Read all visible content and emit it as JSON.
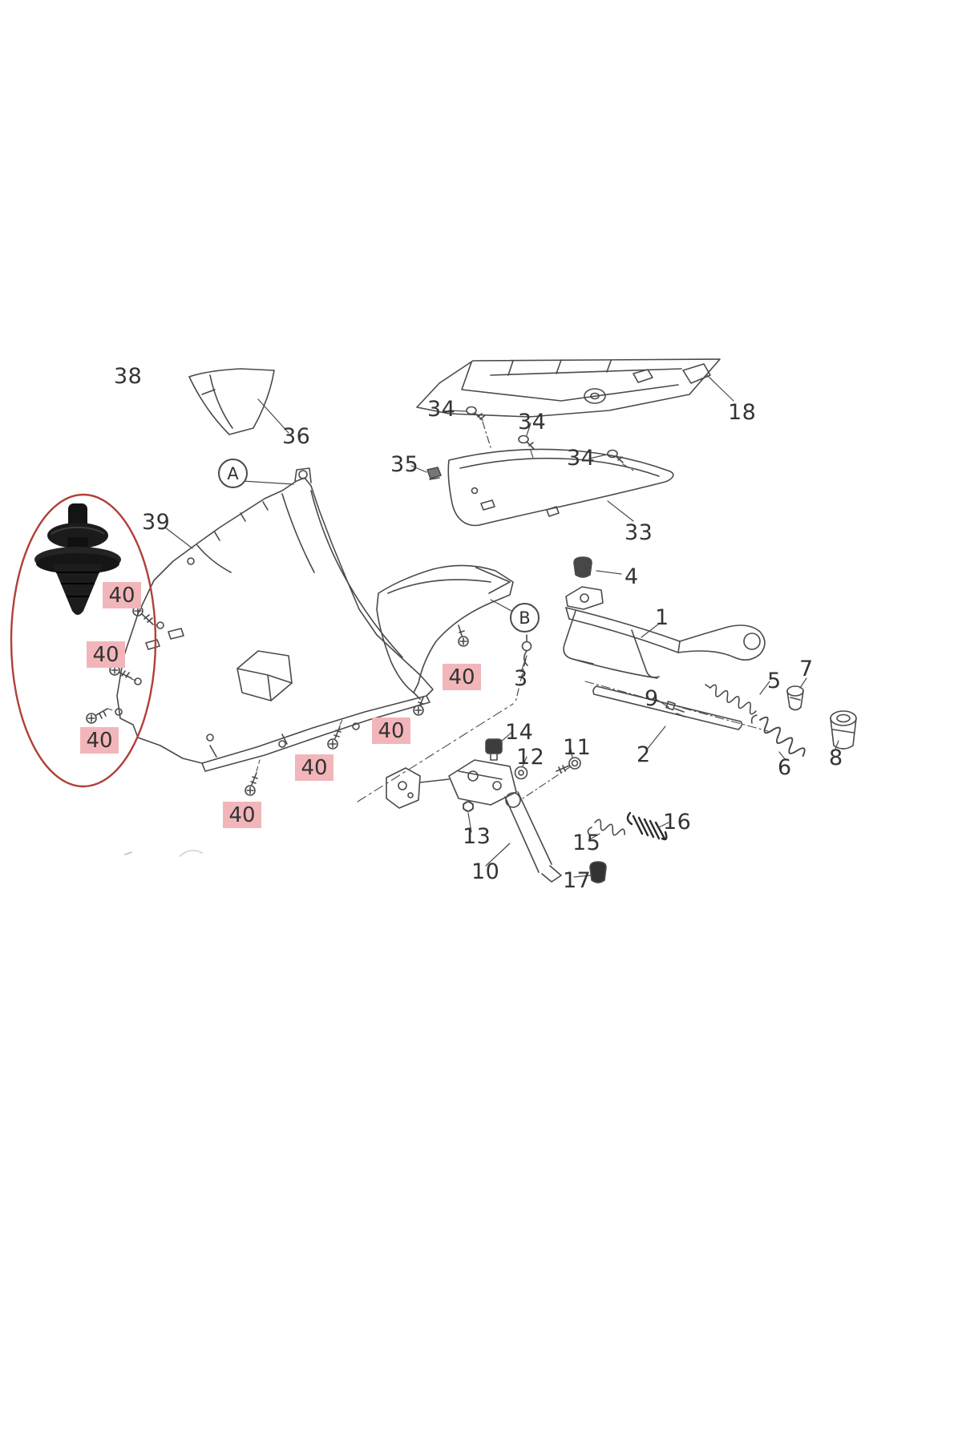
{
  "diagram": {
    "background": "#ffffff",
    "line_color": "#4a4a4a",
    "highlight_box_color": "#f2b6ba",
    "highlight_ellipse_color": "#b04038",
    "label_text_color": "#343434"
  },
  "callouts": [
    {
      "text": "A"
    },
    {
      "text": "B"
    }
  ],
  "labels": [
    {
      "text": "38"
    },
    {
      "text": "36"
    },
    {
      "text": "34"
    },
    {
      "text": "34"
    },
    {
      "text": "34"
    },
    {
      "text": "35"
    },
    {
      "text": "33"
    },
    {
      "text": "18"
    },
    {
      "text": "39"
    },
    {
      "text": "4"
    },
    {
      "text": "1"
    },
    {
      "text": "3"
    },
    {
      "text": "5"
    },
    {
      "text": "7"
    },
    {
      "text": "9"
    },
    {
      "text": "2"
    },
    {
      "text": "6"
    },
    {
      "text": "8"
    },
    {
      "text": "14"
    },
    {
      "text": "12"
    },
    {
      "text": "11"
    },
    {
      "text": "16"
    },
    {
      "text": "13"
    },
    {
      "text": "15"
    },
    {
      "text": "10"
    },
    {
      "text": "17"
    }
  ],
  "highlighted": [
    {
      "text": "40"
    },
    {
      "text": "40"
    },
    {
      "text": "40"
    },
    {
      "text": "40"
    },
    {
      "text": "40"
    },
    {
      "text": "40"
    },
    {
      "text": "40"
    }
  ]
}
